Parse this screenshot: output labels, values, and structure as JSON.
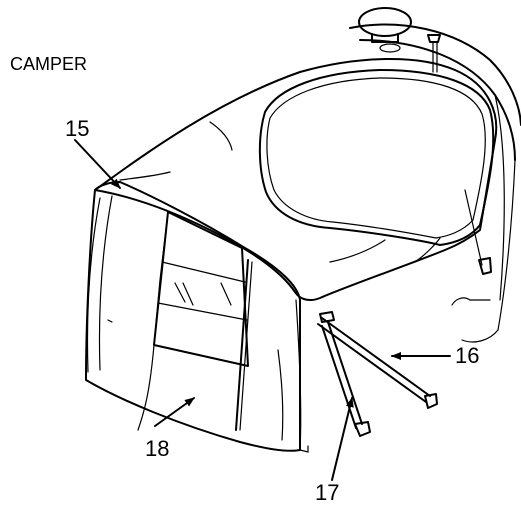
{
  "title": "CAMPER",
  "callouts": [
    {
      "id": "15",
      "label": "15"
    },
    {
      "id": "16",
      "label": "16"
    },
    {
      "id": "17",
      "label": "17"
    },
    {
      "id": "18",
      "label": "18"
    }
  ],
  "colors": {
    "ink": "#000000",
    "paper": "#ffffff"
  }
}
